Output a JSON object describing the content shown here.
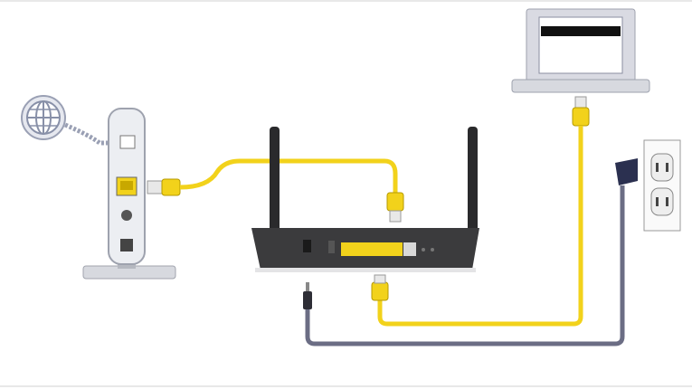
{
  "colors": {
    "ethernet_cable": "#f2d21b",
    "power_cable": "#6b6d84",
    "router_body": "#3b3b3d",
    "modem_body": "#eceef2",
    "globe": "#9aa0b4",
    "frame_line": "#d0d0d0"
  },
  "components": [
    "globe-icon",
    "modem",
    "router",
    "laptop",
    "wall-outlet",
    "power-adapter"
  ]
}
